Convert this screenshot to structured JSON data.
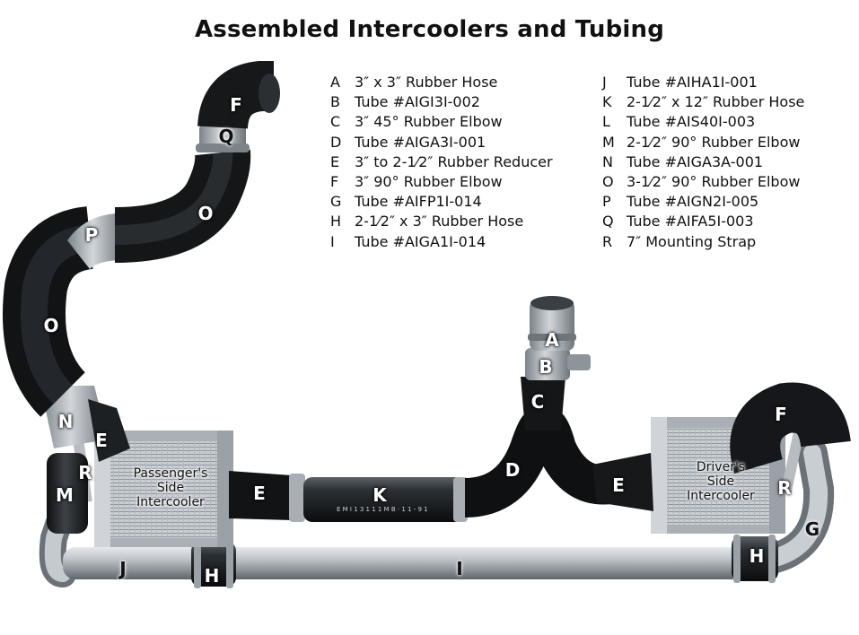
{
  "title": "Assembled Intercoolers and Tubing",
  "legend_left": [
    {
      "letter": "A",
      "text": "3″ x 3″ Rubber Hose"
    },
    {
      "letter": "B",
      "text": "Tube #AIGI3I-002"
    },
    {
      "letter": "C",
      "text": "3″ 45° Rubber Elbow"
    },
    {
      "letter": "D",
      "text": "Tube #AIGA3I-001"
    },
    {
      "letter": "E",
      "text": "3″ to 2-1⁄2″ Rubber Reducer"
    },
    {
      "letter": "F",
      "text": "3″ 90° Rubber Elbow"
    },
    {
      "letter": "G",
      "text": "Tube #AIFP1I-014"
    },
    {
      "letter": "H",
      "text": "2-1⁄2″ x 3″ Rubber Hose"
    },
    {
      "letter": "I",
      "text": "Tube #AIGA1I-014"
    }
  ],
  "legend_right": [
    {
      "letter": "J",
      "text": "Tube #AIHA1I-001"
    },
    {
      "letter": "K",
      "text": "2-1⁄2″ x 12″ Rubber Hose"
    },
    {
      "letter": "L",
      "text": "Tube #AIS40I-003"
    },
    {
      "letter": "M",
      "text": "2-1⁄2″ 90° Rubber Elbow"
    },
    {
      "letter": "N",
      "text": "Tube #AIGA3A-001"
    },
    {
      "letter": "O",
      "text": "3-1⁄2″ 90° Rubber Elbow"
    },
    {
      "letter": "P",
      "text": "Tube #AIGN2I-005"
    },
    {
      "letter": "Q",
      "text": "Tube #AIFA5I-003"
    },
    {
      "letter": "R",
      "text": "7″ Mounting Strap"
    }
  ],
  "photo_labels": {
    "f_top": "F",
    "q": "Q",
    "o_top": "O",
    "p": "P",
    "o_mid": "O",
    "n": "N",
    "e_left": "E",
    "r_left": "R",
    "m": "M",
    "j": "J",
    "h_left": "H",
    "e_mid": "E",
    "k": "K",
    "a": "A",
    "b": "B",
    "c": "C",
    "d": "D",
    "e_right": "E",
    "f_right": "F",
    "r_right": "R",
    "g": "G",
    "h_right": "H",
    "i": "I"
  },
  "intercooler_labels": {
    "passenger": [
      "Passenger's",
      "Side",
      "Intercooler"
    ],
    "driver": [
      "Driver's",
      "Side",
      "Intercooler"
    ]
  },
  "hose_print": "E M I 1 3 1 1 1 M B  · 1 1 - 9 1"
}
